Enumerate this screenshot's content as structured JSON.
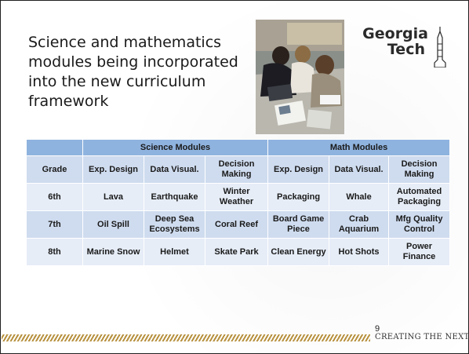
{
  "title": "Science and mathematics modules being incorporated into the new curriculum framework",
  "logo": {
    "line1": "Georgia",
    "line2": "Tech",
    "color": "#2a2a2a"
  },
  "photo": {
    "icon": "classroom-photo"
  },
  "table": {
    "group_headers": [
      "Science Modules",
      "Math Modules"
    ],
    "column_headers": [
      "Grade",
      "Exp. Design",
      "Data Visual.",
      "Decision Making",
      "Exp. Design",
      "Data Visual.",
      "Decision Making"
    ],
    "rows": [
      {
        "cells": [
          "6th",
          "Lava",
          "Earthquake",
          "Winter Weather",
          "Packaging",
          "Whale",
          "Automated Packaging"
        ]
      },
      {
        "cells": [
          "7th",
          "Oil Spill",
          "Deep Sea Ecosystems",
          "Coral Reef",
          "Board Game Piece",
          "Crab Aquarium",
          "Mfg Quality Control"
        ]
      },
      {
        "cells": [
          "8th",
          "Marine Snow",
          "Helmet",
          "Skate Park",
          "Clean Energy",
          "Hot Shots",
          "Power Finance"
        ]
      }
    ],
    "colors": {
      "header": "#8fb3df",
      "row_dark": "#cfdcef",
      "row_light": "#e6edf7"
    }
  },
  "footer": {
    "page_number": "9",
    "tagline": "CREATING THE NEXT®",
    "stripe_color": "#b7913f"
  }
}
